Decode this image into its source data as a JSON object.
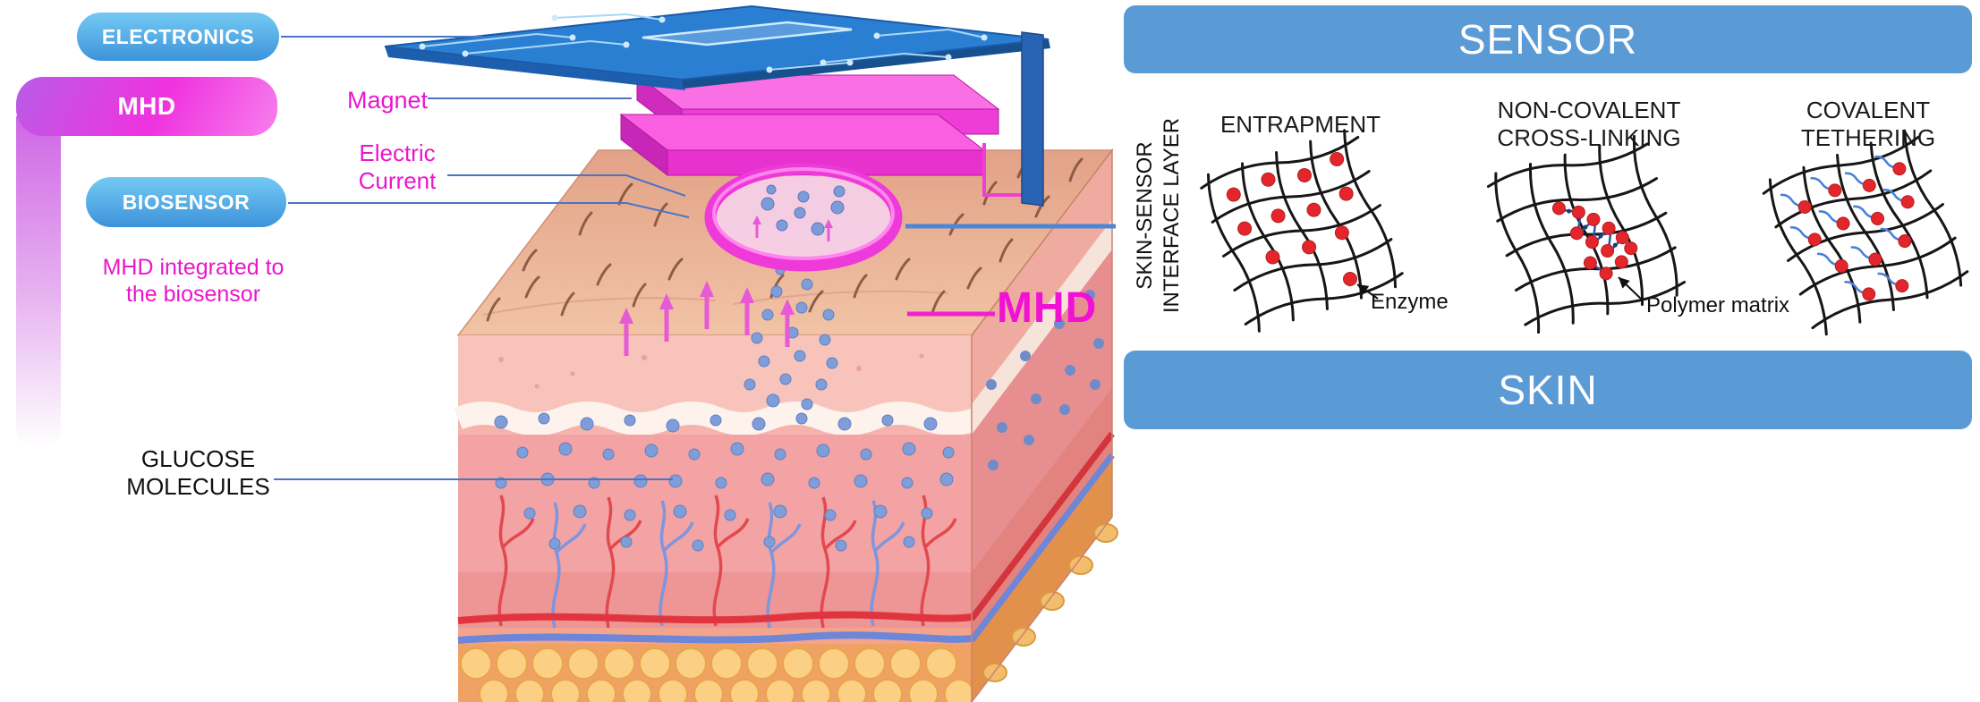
{
  "left": {
    "electronics": "ELECTRONICS",
    "mhd": "MHD",
    "magnet": "Magnet",
    "electric_current": "Electric Current",
    "biosensor": "BIOSENSOR",
    "mhd_integrated": "MHD integrated to the biosensor",
    "glucose": "GLUCOSE MOLECULES",
    "mhd_big": "MHD"
  },
  "right": {
    "sensor": "SENSOR",
    "skin": "SKIN",
    "interface_layer": "SKIN-SENSOR INTERFACE LAYER",
    "methods": [
      {
        "label": "ENTRAPMENT"
      },
      {
        "label": "NON-COVALENT CROSS-LINKING"
      },
      {
        "label": "COVALENT TETHERING"
      }
    ],
    "enzyme": "Enzyme",
    "polymer_matrix": "Polymer matrix"
  },
  "colors": {
    "magenta": "#ec17cd",
    "label_blue_pill": "#48a3e4",
    "panel_blue": "#5b9bd5",
    "enzyme_red": "#e3262c",
    "glucose_blue": "#7f9ed9"
  }
}
